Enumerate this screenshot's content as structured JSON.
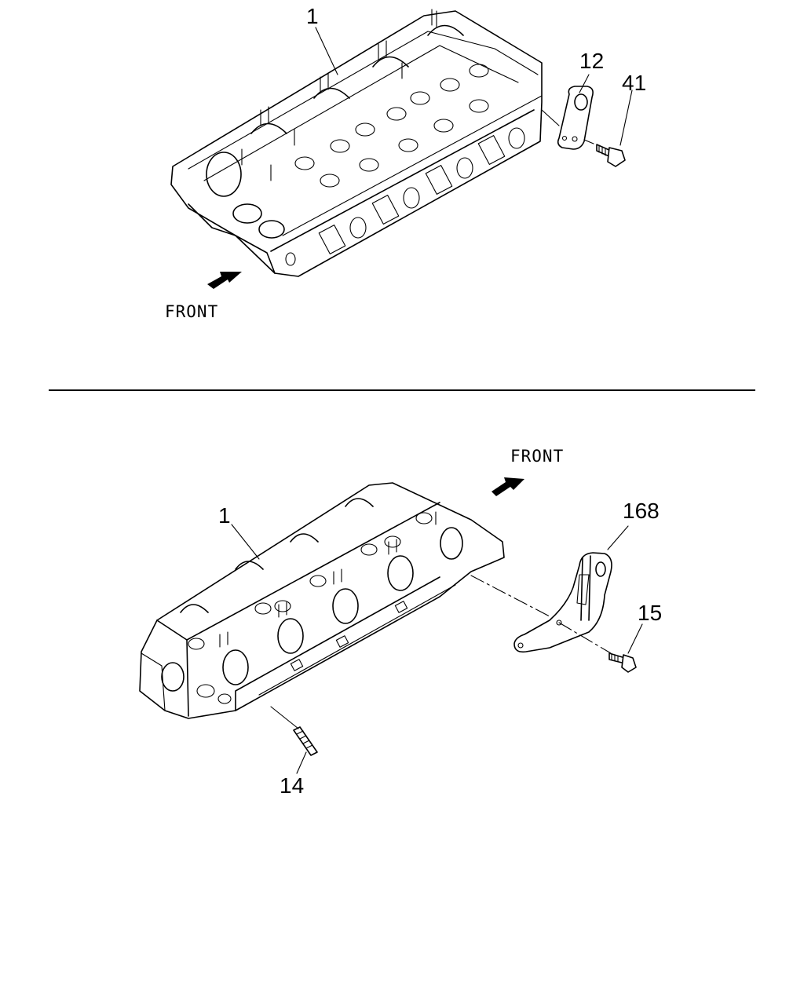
{
  "callouts": {
    "top_head": "1",
    "top_bracket": "12",
    "top_bolt": "41",
    "bottom_head": "1",
    "bottom_bracket": "168",
    "bottom_bolt": "15",
    "bottom_stud": "14"
  },
  "direction_labels": {
    "top_front": "FRONT",
    "bottom_front": "FRONT"
  }
}
